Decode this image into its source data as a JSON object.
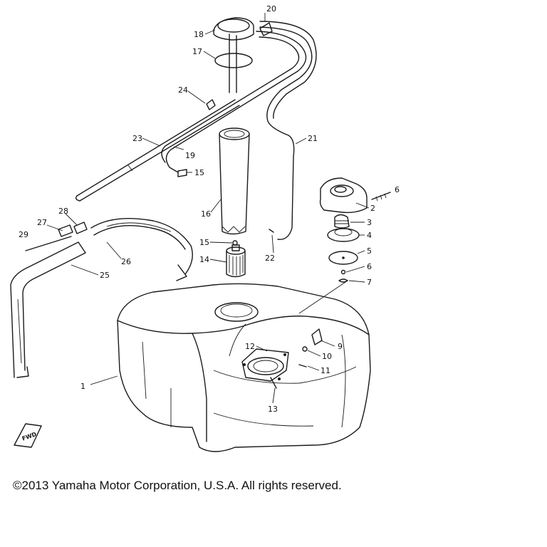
{
  "diagram": {
    "callouts": [
      {
        "id": "c1",
        "text": "1"
      },
      {
        "id": "c2",
        "text": "2"
      },
      {
        "id": "c3",
        "text": "3"
      },
      {
        "id": "c4",
        "text": "4"
      },
      {
        "id": "c5",
        "text": "5"
      },
      {
        "id": "c6",
        "text": "6"
      },
      {
        "id": "c6b",
        "text": "6"
      },
      {
        "id": "c7",
        "text": "7"
      },
      {
        "id": "c9",
        "text": "9"
      },
      {
        "id": "c10",
        "text": "10"
      },
      {
        "id": "c11",
        "text": "11"
      },
      {
        "id": "c12",
        "text": "12"
      },
      {
        "id": "c13",
        "text": "13"
      },
      {
        "id": "c14",
        "text": "14"
      },
      {
        "id": "c15",
        "text": "15"
      },
      {
        "id": "c15b",
        "text": "15"
      },
      {
        "id": "c16",
        "text": "16"
      },
      {
        "id": "c17",
        "text": "17"
      },
      {
        "id": "c18",
        "text": "18"
      },
      {
        "id": "c19",
        "text": "19"
      },
      {
        "id": "c20",
        "text": "20"
      },
      {
        "id": "c21",
        "text": "21"
      },
      {
        "id": "c22",
        "text": "22"
      },
      {
        "id": "c23",
        "text": "23"
      },
      {
        "id": "c24",
        "text": "24"
      },
      {
        "id": "c25",
        "text": "25"
      },
      {
        "id": "c26",
        "text": "26"
      },
      {
        "id": "c27",
        "text": "27"
      },
      {
        "id": "c28",
        "text": "28"
      },
      {
        "id": "c29",
        "text": "29"
      }
    ],
    "fwd_mark": "FWD"
  },
  "footer": {
    "copyright": "©2013 Yamaha Motor Corporation, U.S.A. All rights reserved."
  }
}
